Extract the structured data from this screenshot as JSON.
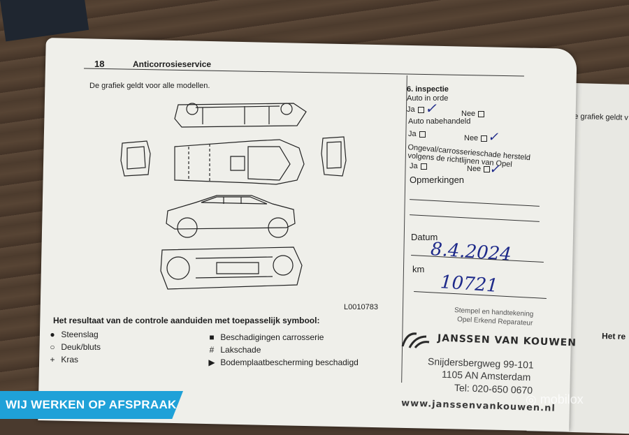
{
  "page": {
    "number": "18",
    "title": "Anticorrosieservice",
    "intro": "De grafiek geldt voor alle modellen.",
    "figure_code": "L0010783"
  },
  "legend": {
    "heading": "Het resultaat van de controle aanduiden met toepasselijk symbool:",
    "items_left": [
      {
        "symbol": "●",
        "label": "Steenslag"
      },
      {
        "symbol": "○",
        "label": "Deuk/bluts"
      },
      {
        "symbol": "+",
        "label": "Kras"
      }
    ],
    "items_right": [
      {
        "symbol": "■",
        "label": "Beschadigingen carrosserie"
      },
      {
        "symbol": "#",
        "label": "Lakschade"
      },
      {
        "symbol": "▶",
        "label": "Bodemplaatbescherming beschadigd"
      }
    ]
  },
  "inspection": {
    "heading": "6. inspectie",
    "q1": "Auto in orde",
    "q2": "Auto nabehandeld",
    "q3a": "Ongeval/carrosserieschade hersteld",
    "q3b": "volgens de richtlijnen van Opel",
    "ja": "Ja",
    "nee": "Nee",
    "remarks": "Opmerkingen",
    "date_label": "Datum",
    "date_value": "8.4.2024",
    "km_label": "km",
    "km_value": "10721",
    "stamp_caption1": "Stempel en handtekening",
    "stamp_caption2": "Opel Erkend Reparateur"
  },
  "stamp": {
    "name": "JANSSEN VAN KOUWEN",
    "street": "Snijdersbergweg 99-101",
    "city": "1105 AN Amsterdam",
    "phone": "Tel: 020-650 0670",
    "web": "www.janssenvankouwen.nl"
  },
  "next_page": {
    "intro": "De grafiek geldt v",
    "legend_fragment": "Het re"
  },
  "overlay": {
    "banner": "WIJ WERKEN OP AFSPRAAK",
    "watermark": "mobilox"
  }
}
